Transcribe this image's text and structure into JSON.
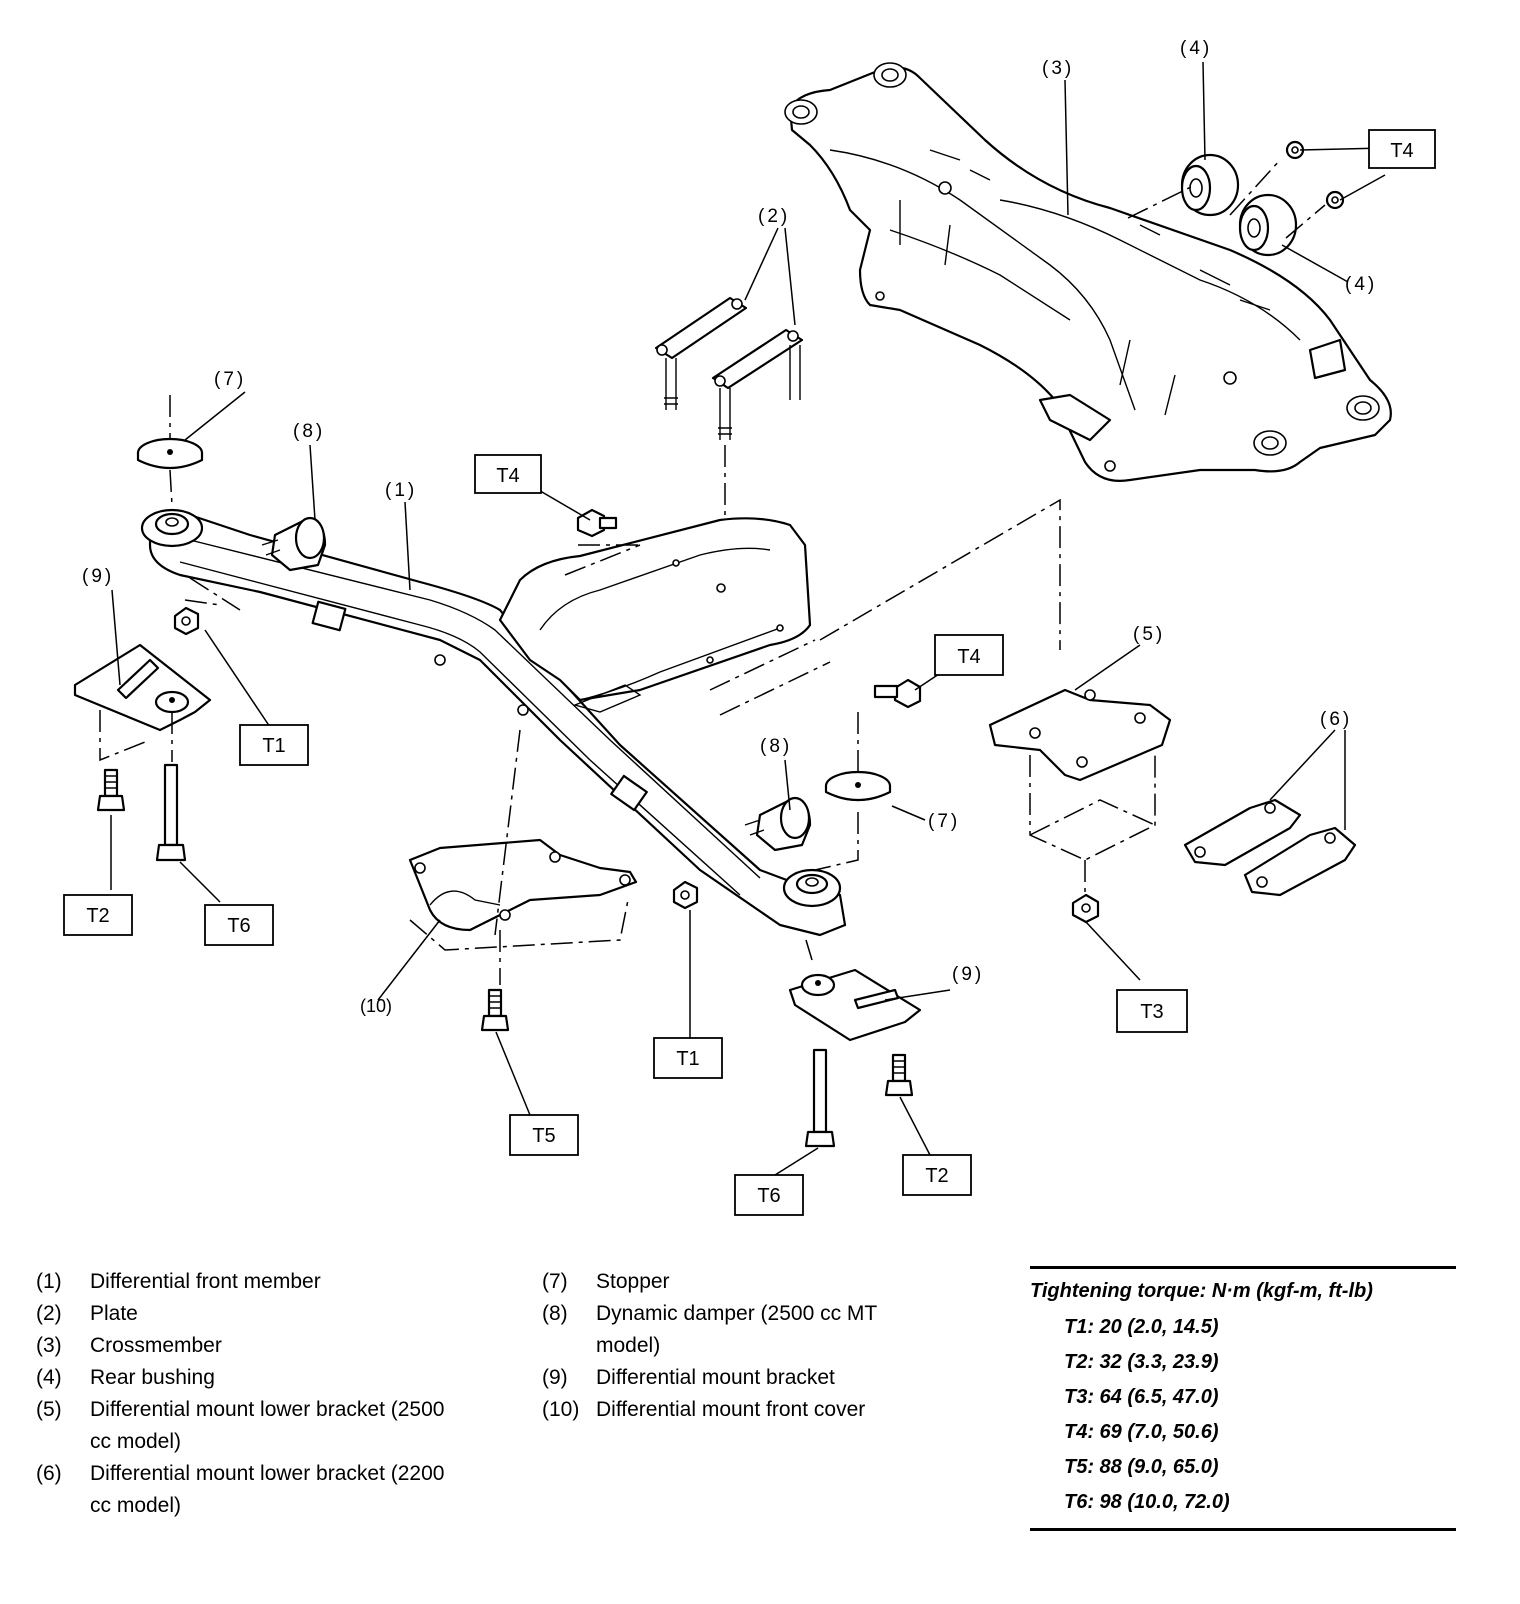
{
  "callouts": {
    "c1": "(1)",
    "c2": "(2)",
    "c3": "(3)",
    "c4a": "(4)",
    "c4b": "(4)",
    "c5": "(5)",
    "c6": "(6)",
    "c7a": "(7)",
    "c7b": "(7)",
    "c8a": "(8)",
    "c8b": "(8)",
    "c9a": "(9)",
    "c9b": "(9)",
    "c10": "(10)"
  },
  "torque_tags": {
    "t4_top": "T4",
    "t4_mid": "T4",
    "t4_right": "T4",
    "t1_left": "T1",
    "t1_mid": "T1",
    "t2_left": "T2",
    "t2_right": "T2",
    "t6_left": "T6",
    "t6_right": "T6",
    "t5": "T5",
    "t3": "T3"
  },
  "legend": {
    "col1": [
      {
        "num": "(1)",
        "text": "Differential front member"
      },
      {
        "num": "(2)",
        "text": "Plate"
      },
      {
        "num": "(3)",
        "text": "Crossmember"
      },
      {
        "num": "(4)",
        "text": "Rear bushing"
      },
      {
        "num": "(5)",
        "text": "Differential mount lower bracket (2500 cc model)"
      },
      {
        "num": "(6)",
        "text": "Differential mount lower bracket (2200 cc model)"
      }
    ],
    "col2": [
      {
        "num": "(7)",
        "text": "Stopper"
      },
      {
        "num": "(8)",
        "text": "Dynamic damper (2500 cc MT model)"
      },
      {
        "num": "(9)",
        "text": "Differential mount bracket"
      },
      {
        "num": "(10)",
        "text": "Differential mount front cover"
      }
    ]
  },
  "torque_table": {
    "title": "Tightening torque: N·m (kgf-m, ft-lb)",
    "rows": [
      "T1: 20 (2.0, 14.5)",
      "T2: 32 (3.3, 23.9)",
      "T3: 64 (6.5, 47.0)",
      "T4: 69 (7.0, 50.6)",
      "T5: 88 (9.0, 65.0)",
      "T6: 98 (10.0, 72.0)"
    ]
  }
}
